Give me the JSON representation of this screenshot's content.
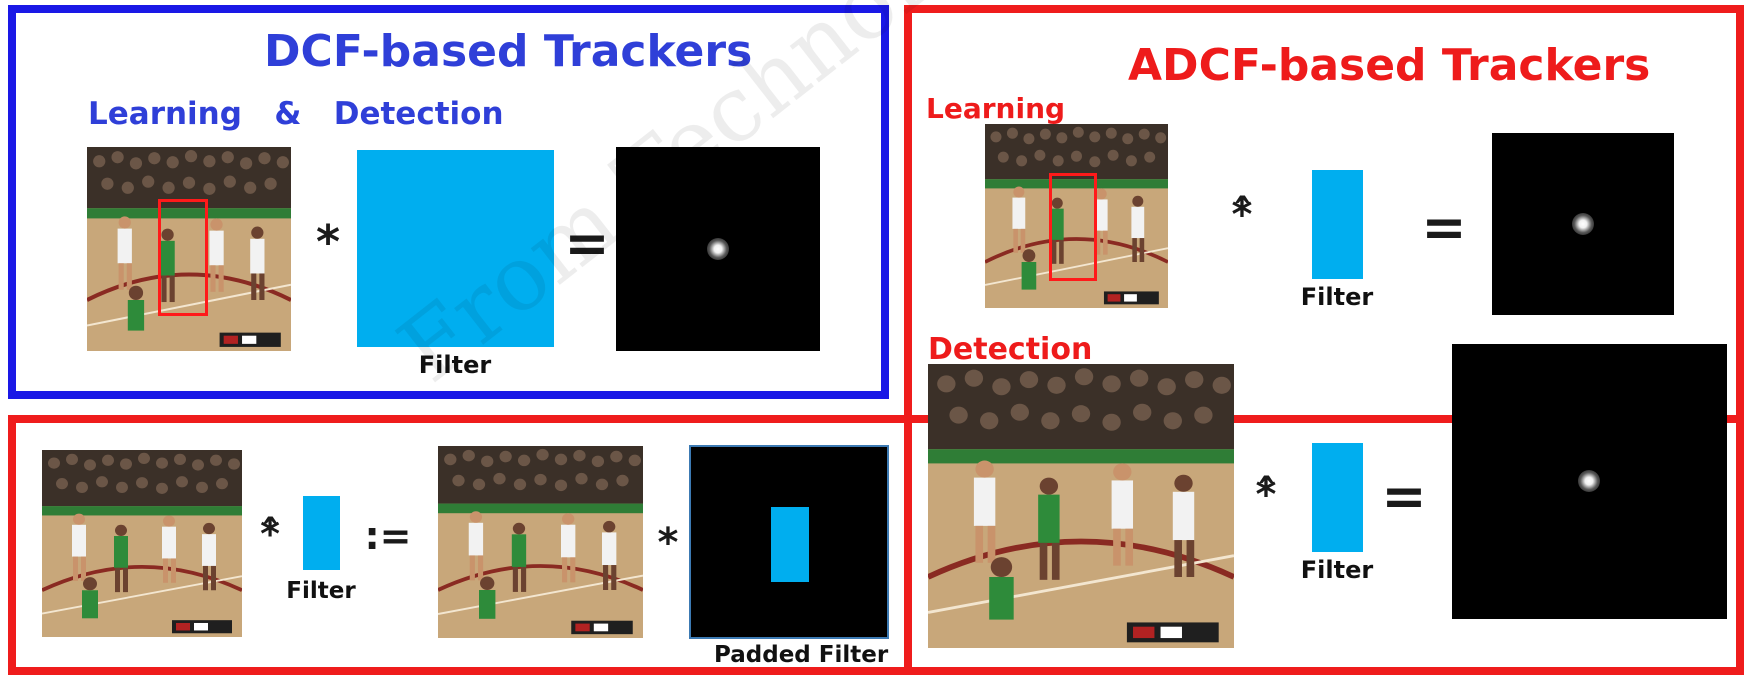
{
  "colors": {
    "dcf_frame": "#1a18e6",
    "adcf_frame": "#ef1c1c",
    "filter": "#00aeef",
    "response": "#000000",
    "court_floor": "#c8a77a",
    "jersey_green": "#2e8b3a"
  },
  "dcf": {
    "title": "DCF-based Trackers",
    "subtitle": "Learning   &   Detection",
    "op_conv": "*",
    "op_eq": "=",
    "filter_label": "Filter"
  },
  "adcf": {
    "title": "ADCF-based Trackers",
    "learning_label": "Learning",
    "detection_label": "Detection",
    "op_conv": "*̂",
    "op_eq": "=",
    "filter_label": "Filter"
  },
  "bottom": {
    "op_conv_hat": "*̂",
    "op_def": ":=",
    "op_conv": "*",
    "filter_label": "Filter",
    "padded_filter_label": "Padded Filter"
  },
  "icons": [
    "basketball-frame-image",
    "response-peak"
  ]
}
